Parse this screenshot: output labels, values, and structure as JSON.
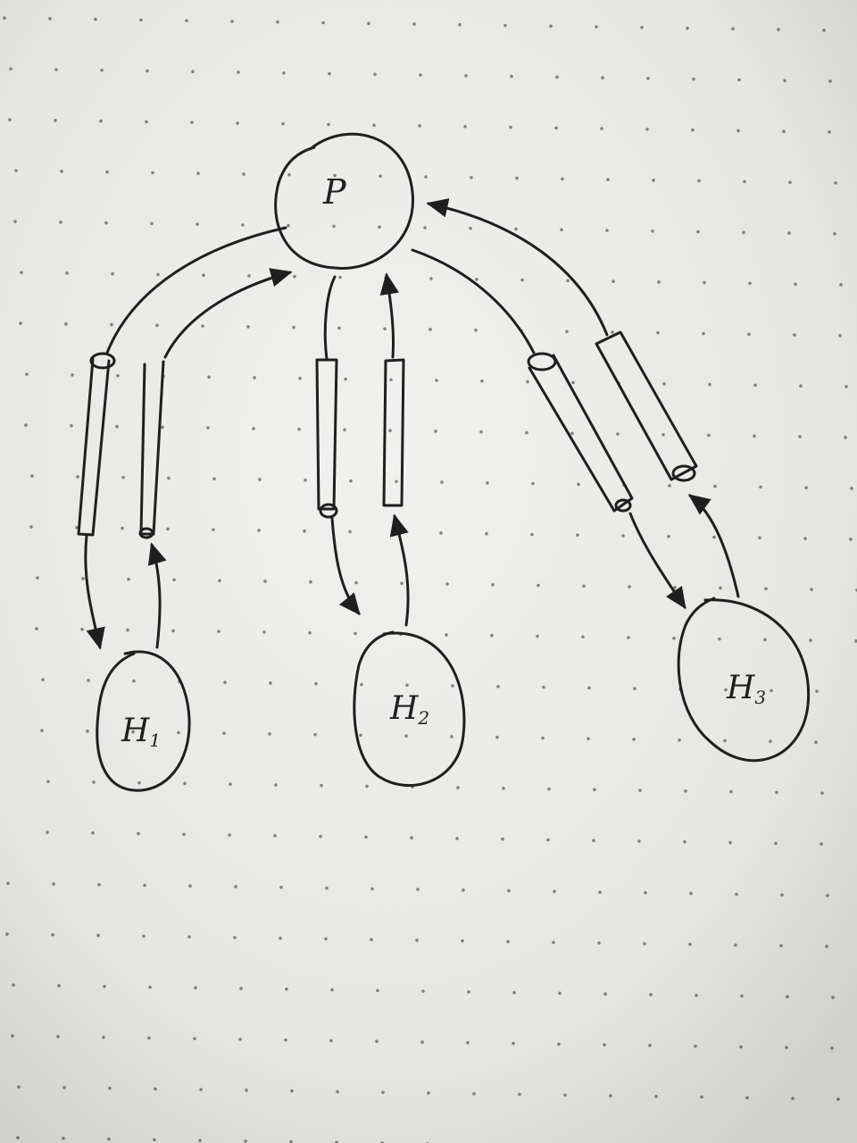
{
  "diagram": {
    "parent": {
      "label": "P"
    },
    "children": [
      {
        "id": "h1",
        "label": "H",
        "subscript": "1"
      },
      {
        "id": "h2",
        "label": "H",
        "subscript": "2"
      },
      {
        "id": "h3",
        "label": "H",
        "subscript": "3"
      }
    ],
    "connections": [
      {
        "from": "P",
        "to": "H1",
        "pipes": 2,
        "direction": "bidirectional"
      },
      {
        "from": "P",
        "to": "H2",
        "pipes": 2,
        "direction": "bidirectional"
      },
      {
        "from": "P",
        "to": "H3",
        "pipes": 2,
        "direction": "bidirectional"
      }
    ],
    "colors": {
      "paper": "#e9e9e7",
      "ink": "#1f1f1f",
      "dots": "#2a2a2a"
    }
  }
}
